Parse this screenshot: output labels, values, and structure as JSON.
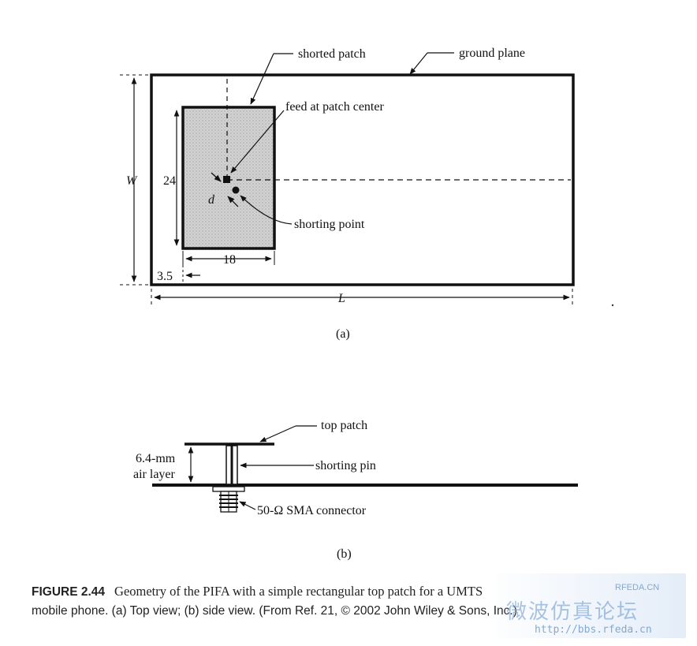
{
  "top_view": {
    "labels": {
      "shorted_patch": "shorted patch",
      "ground_plane": "ground plane",
      "feed": "feed at patch center",
      "shorting_point": "shorting point"
    },
    "dimensions": {
      "W": "W",
      "L": "L",
      "patch_height": "24",
      "patch_width": "18",
      "offset": "3.5",
      "d": "d"
    },
    "subcaption": "(a)"
  },
  "side_view": {
    "labels": {
      "top_patch": "top patch",
      "air_layer_line1": "6.4-mm",
      "air_layer_line2": "air layer",
      "shorting_pin": "shorting pin",
      "connector": "50-Ω SMA connector"
    },
    "subcaption": "(b)"
  },
  "caption": {
    "figure_number": "FIGURE 2.44",
    "line1": "Geometry of the PIFA with a simple rectangular top patch for a UMTS",
    "line2": "mobile phone. (a) Top view; (b) side view. (From Ref. 21, © 2002 John Wiley & Sons, Inc.)"
  },
  "watermark": {
    "text": "微波仿真论坛",
    "url": "http://bbs.rfeda.cn",
    "site": "RFEDA.CN"
  },
  "colors": {
    "ink": "#111111",
    "patch_fill": "#cfcfcf",
    "watermark": "#7da5d2"
  }
}
